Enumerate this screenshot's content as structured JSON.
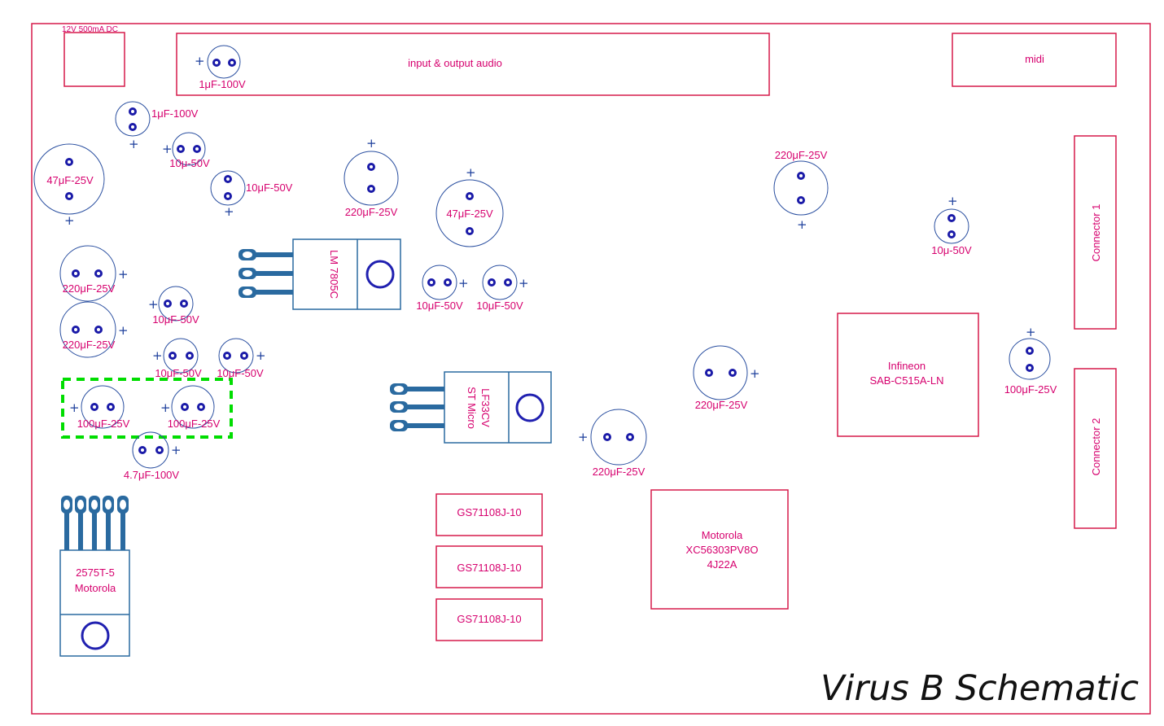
{
  "title": "Virus B Schematic",
  "colors": {
    "outline": "#d61a4a",
    "label": "#d6006e",
    "component": "#2a4fa0",
    "pad": "#1a1aa8",
    "highlight": "#00dd00"
  },
  "labels": {
    "power_jack": "12V  500mA  DC",
    "audio": "input & output audio",
    "midi": "midi",
    "connector1": "Connector 1",
    "connector2": "Connector 2",
    "lm7805": "LM 7805C",
    "lf33_line1": "LF33CV",
    "lf33_line2": "ST Micro",
    "moto_reg_line1": "2575T-5",
    "moto_reg_line2": "Motorola",
    "infineon_line1": "Infineon",
    "infineon_line2": "SAB-C515A-LN",
    "dsp_line1": "Motorola",
    "dsp_line2": "XC56303PV8O",
    "dsp_line3": "4J22A",
    "ram1": "GS71108J-10",
    "ram2": "GS71108J-10",
    "ram3": "GS71108J-10",
    "plus": "+"
  },
  "capacitors": {
    "c1": "1μF-100V",
    "c2": "1μF-100V",
    "c3": "10μ-50V",
    "c4": "10μF-50V",
    "c5": "47μF-25V",
    "c6": "220μF-25V",
    "c7": "220μF-25V",
    "c8": "10μF-50V",
    "c9": "10μF-50V",
    "c10": "10μF-50V",
    "c11": "100μF-25V",
    "c12": "100μF-25V",
    "c13": "4.7μF-100V",
    "c14": "220μF-25V",
    "c15": "47μF-25V",
    "c16": "10μF-50V",
    "c17": "10μF-50V",
    "c18": "220μF-25V",
    "c19": "10μ-50V",
    "c20": "220μF-25V",
    "c21": "220μF-25V",
    "c22": "100μF-25V"
  }
}
